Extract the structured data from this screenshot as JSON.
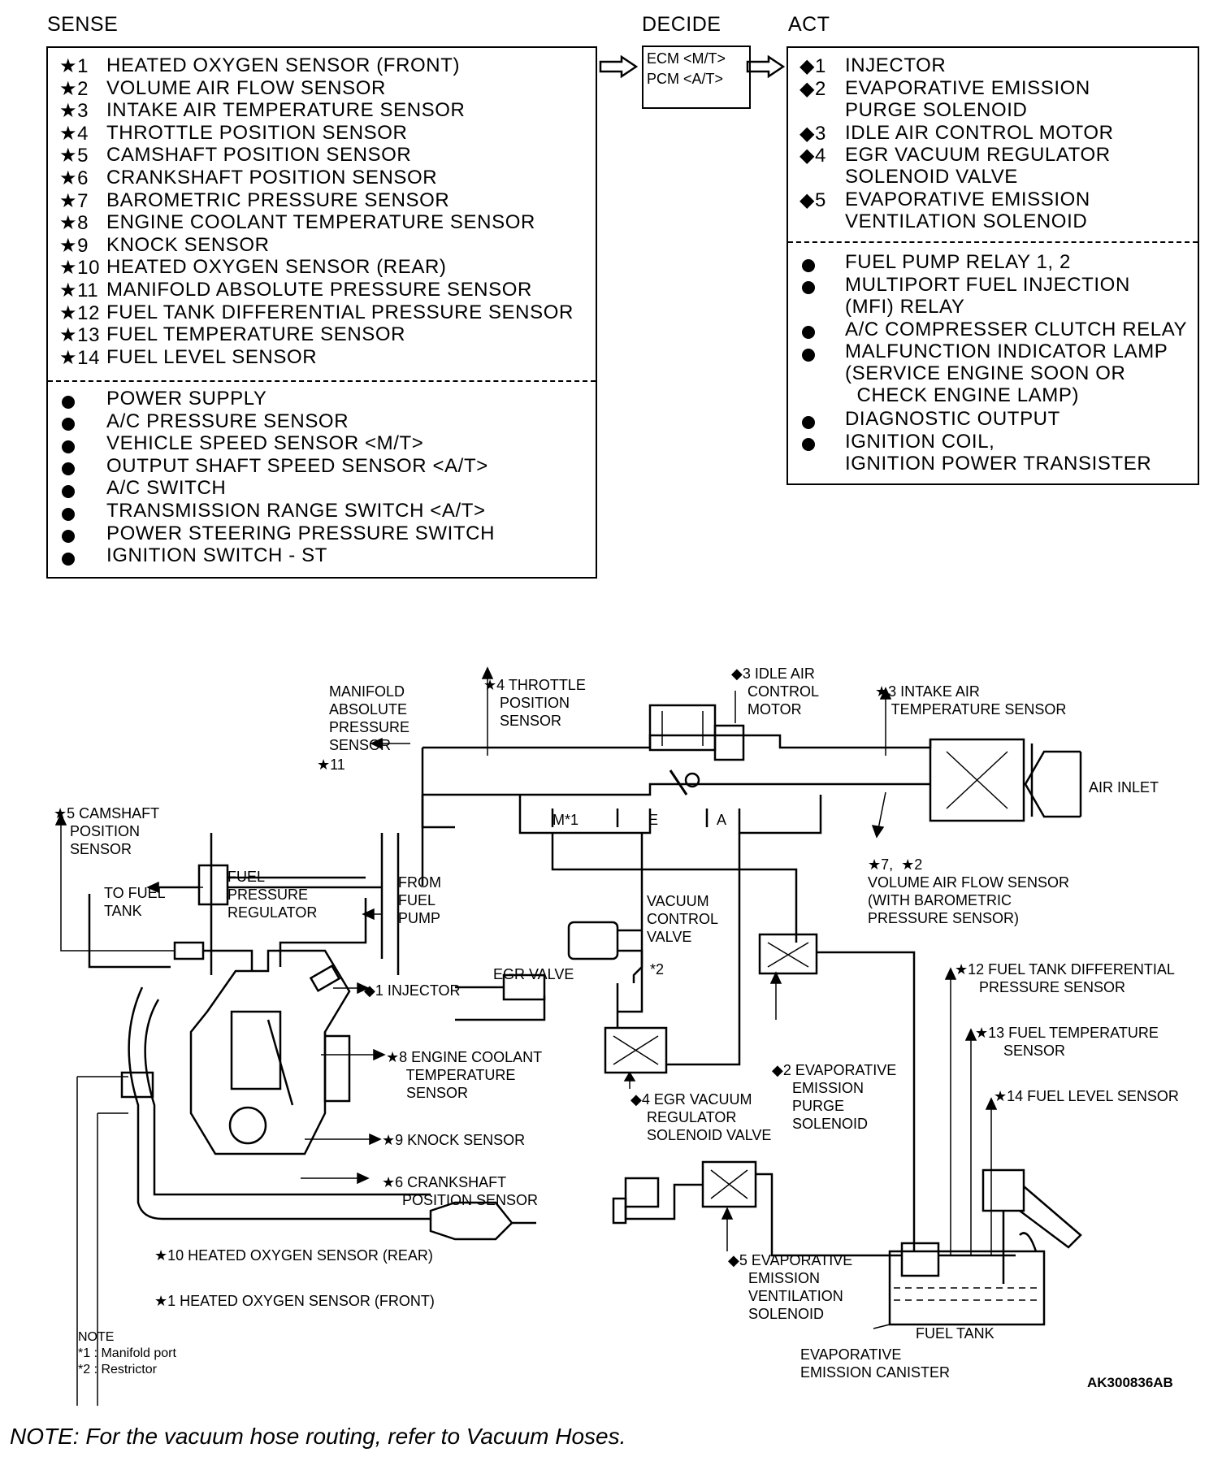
{
  "headers": {
    "sense": "SENSE",
    "decide": "DECIDE",
    "act": "ACT"
  },
  "sense": {
    "starred": [
      {
        "mark": "★1",
        "label": "HEATED OXYGEN SENSOR (FRONT)"
      },
      {
        "mark": "★2",
        "label": "VOLUME AIR FLOW SENSOR"
      },
      {
        "mark": "★3",
        "label": "INTAKE AIR TEMPERATURE SENSOR"
      },
      {
        "mark": "★4",
        "label": "THROTTLE POSITION SENSOR"
      },
      {
        "mark": "★5",
        "label": "CAMSHAFT POSITION SENSOR"
      },
      {
        "mark": "★6",
        "label": "CRANKSHAFT POSITION SENSOR"
      },
      {
        "mark": "★7",
        "label": "BAROMETRIC PRESSURE SENSOR"
      },
      {
        "mark": "★8",
        "label": "ENGINE COOLANT TEMPERATURE SENSOR"
      },
      {
        "mark": "★9",
        "label": "KNOCK SENSOR"
      },
      {
        "mark": "★10",
        "label": "HEATED OXYGEN SENSOR (REAR)"
      },
      {
        "mark": "★11",
        "label": "MANIFOLD ABSOLUTE PRESSURE SENSOR"
      },
      {
        "mark": "★12",
        "label": "FUEL TANK DIFFERENTIAL PRESSURE SENSOR"
      },
      {
        "mark": "★13",
        "label": "FUEL TEMPERATURE SENSOR"
      },
      {
        "mark": "★14",
        "label": "FUEL LEVEL SENSOR"
      }
    ],
    "other": [
      "POWER SUPPLY",
      "A/C PRESSURE SENSOR",
      "VEHICLE SPEED SENSOR  <M/T>",
      "OUTPUT SHAFT SPEED SENSOR <A/T>",
      "A/C SWITCH",
      "TRANSMISSION RANGE SWITCH <A/T>",
      "POWER STEERING PRESSURE SWITCH",
      "IGNITION SWITCH - ST"
    ]
  },
  "decide": {
    "line1": "ECM <M/T>",
    "line2": "PCM <A/T>"
  },
  "act": {
    "diamond": [
      {
        "mark": "◆1",
        "line1": "INJECTOR",
        "line2": ""
      },
      {
        "mark": "◆2",
        "line1": "EVAPORATIVE EMISSION",
        "line2": "PURGE SOLENOID"
      },
      {
        "mark": "◆3",
        "line1": "IDLE AIR CONTROL MOTOR",
        "line2": ""
      },
      {
        "mark": "◆4",
        "line1": "EGR VACUUM REGULATOR",
        "line2": "SOLENOID VALVE"
      },
      {
        "mark": "◆5",
        "line1": "EVAPORATIVE EMISSION",
        "line2": "VENTILATION SOLENOID"
      }
    ],
    "other": [
      {
        "line1": "FUEL PUMP RELAY 1, 2",
        "line2": "",
        "line3": ""
      },
      {
        "line1": "MULTIPORT FUEL INJECTION",
        "line2": "(MFI) RELAY",
        "line3": ""
      },
      {
        "line1": "A/C COMPRESSER CLUTCH RELAY",
        "line2": "",
        "line3": ""
      },
      {
        "line1": "MALFUNCTION INDICATOR LAMP",
        "line2": "(SERVICE ENGINE SOON OR",
        "line3": "  CHECK ENGINE LAMP)"
      },
      {
        "line1": "DIAGNOSTIC OUTPUT",
        "line2": "",
        "line3": ""
      },
      {
        "line1": "IGNITION COIL,",
        "line2": "IGNITION POWER TRANSISTER",
        "line3": ""
      }
    ]
  },
  "diagram": {
    "throttle": "★4 THROTTLE\n    POSITION\n    SENSOR",
    "iac": "◆3 IDLE AIR\n    CONTROL\n    MOTOR",
    "iat": "★3 INTAKE AIR\n    TEMPERATURE SENSOR",
    "map": "MANIFOLD\nABSOLUTE\nPRESSURE\nSENSOR",
    "map_num": "★11",
    "air_inlet": "AIR INLET",
    "cam": "★5 CAMSHAFT\n    POSITION\n    SENSOR",
    "port_m": "M*1",
    "port_e": "E",
    "port_a": "A",
    "vafs": "★7,  ★2\nVOLUME AIR FLOW SENSOR\n(WITH BAROMETRIC\nPRESSURE SENSOR)",
    "fuel_reg": "FUEL\nPRESSURE\nREGULATOR",
    "to_fuel_tank": "TO FUEL\nTANK",
    "from_fuel_pump": "FROM\nFUEL\nPUMP",
    "vcv": "VACUUM\nCONTROL\nVALVE",
    "restrictor": "*2",
    "egr_valve": "EGR VALVE",
    "injector": "◆1 INJECTOR",
    "ftdp": "★12 FUEL TANK DIFFERENTIAL\n      PRESSURE SENSOR",
    "ftemp": "★13 FUEL TEMPERATURE\n       SENSOR",
    "flevel": "★14 FUEL LEVEL SENSOR",
    "ect": "★8 ENGINE COOLANT\n     TEMPERATURE\n     SENSOR",
    "egr_sol": "◆4 EGR VACUUM\n    REGULATOR\n    SOLENOID VALVE",
    "purge": "◆2 EVAPORATIVE\n     EMISSION\n     PURGE\n     SOLENOID",
    "knock": "★9 KNOCK SENSOR",
    "crank": "★6 CRANKSHAFT\n     POSITION SENSOR",
    "vent": "◆5 EVAPORATIVE\n     EMISSION\n     VENTILATION\n     SOLENOID",
    "ho2_rear": "★10 HEATED OXYGEN SENSOR (REAR)",
    "ho2_front": "★1 HEATED OXYGEN SENSOR (FRONT)",
    "fuel_tank": "FUEL TANK",
    "canister": "EVAPORATIVE\nEMISSION CANISTER",
    "note": "NOTE\n*1 : Manifold port\n*2 : Restrictor",
    "fig_id": "AK300836AB"
  },
  "footer_note": "NOTE: For the vacuum hose routing, refer to Vacuum Hoses."
}
